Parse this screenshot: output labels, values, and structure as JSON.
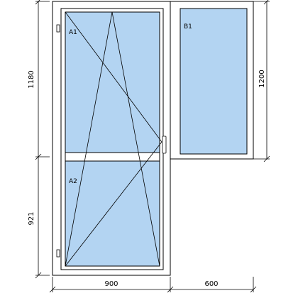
{
  "drawing": {
    "panes": {
      "a1": {
        "label": "A1"
      },
      "a2": {
        "label": "A2"
      },
      "b1": {
        "label": "B1"
      }
    },
    "dimensions": {
      "door_top_height": "1180",
      "door_bottom_height": "921",
      "window_height": "1200",
      "door_width": "900",
      "window_width": "600"
    },
    "colors": {
      "glass": "#b3d4f2",
      "frame": "#ffffff",
      "line": "#000000"
    }
  }
}
